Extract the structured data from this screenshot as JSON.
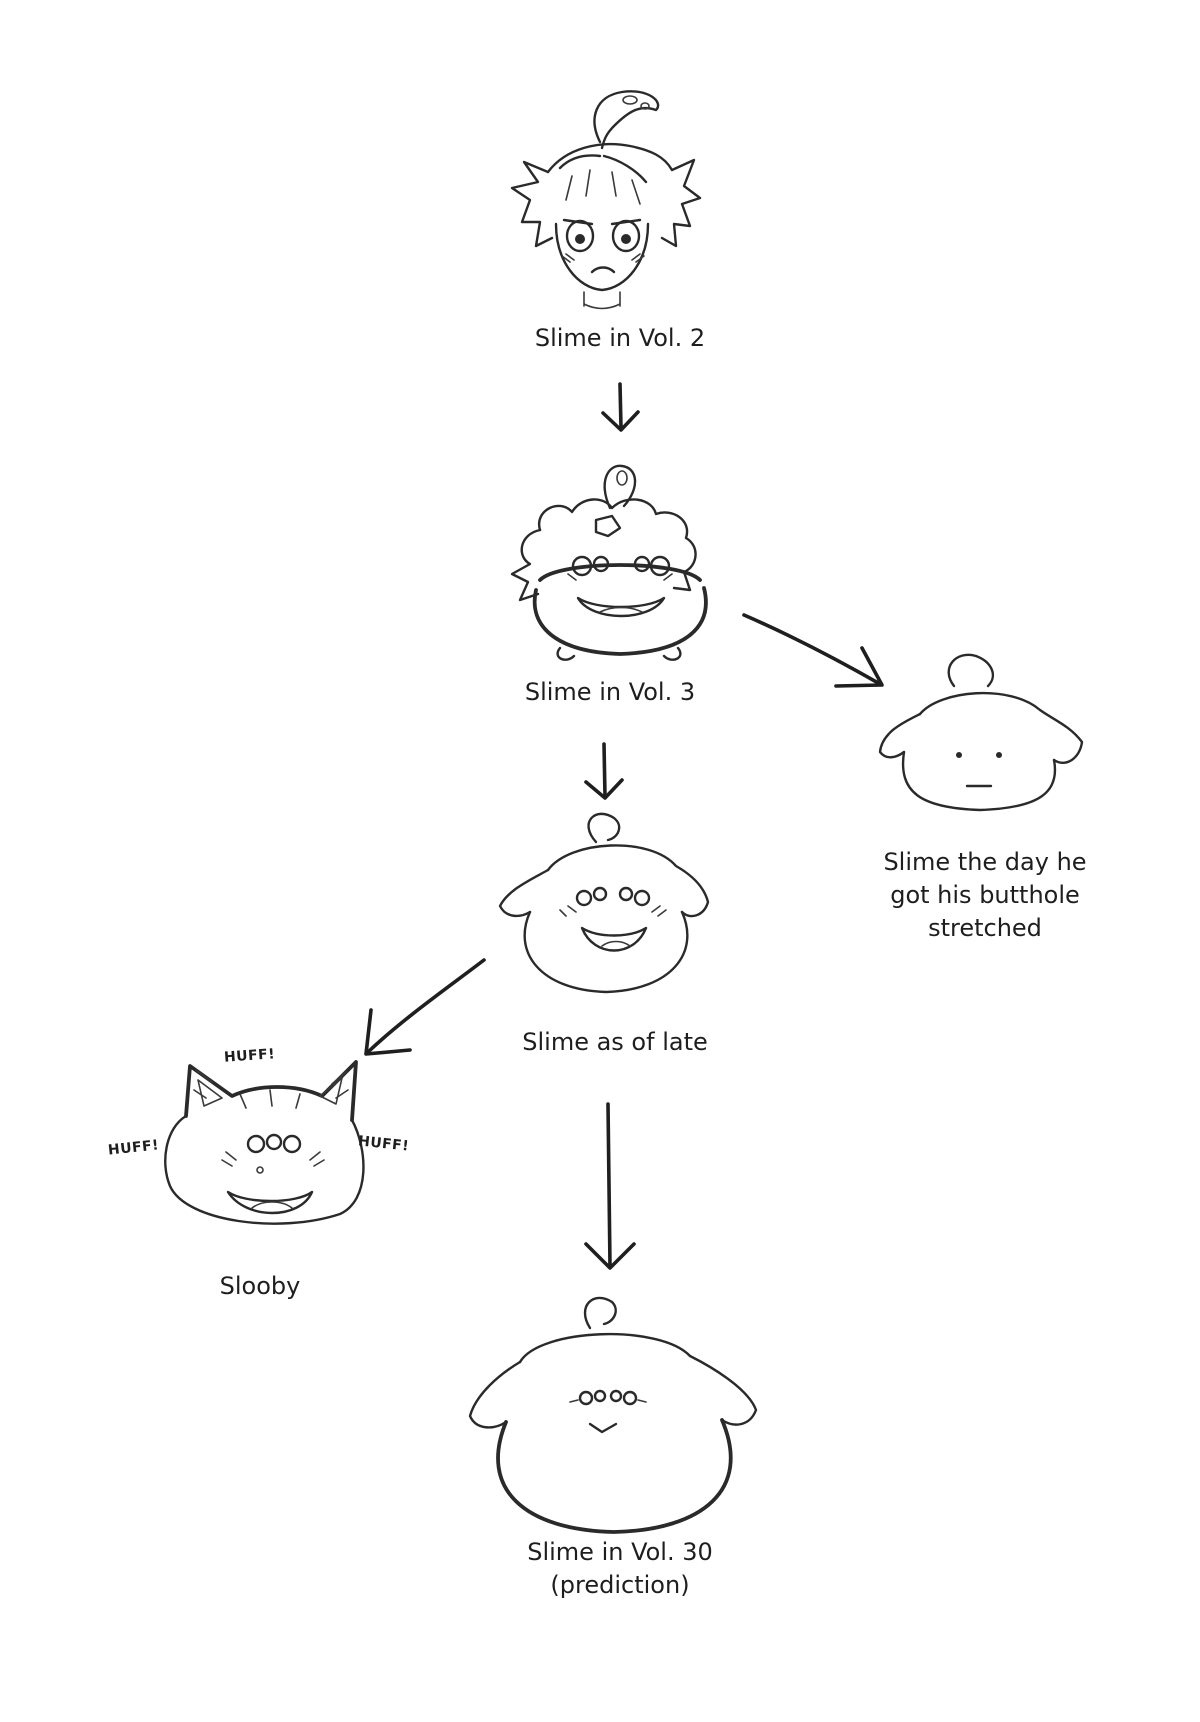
{
  "nodes": {
    "vol2": {
      "label": "Slime in Vol. 2"
    },
    "vol3": {
      "label": "Slime in Vol. 3"
    },
    "stretched": {
      "label": "Slime the day he\ngot his butthole\nstretched"
    },
    "late": {
      "label": "Slime as of late"
    },
    "slooby": {
      "label": "Slooby"
    },
    "vol30": {
      "label": "Slime in Vol. 30\n(prediction)"
    }
  },
  "annotations": {
    "huff_top": "HUFF!",
    "huff_left": "HUFF!",
    "huff_right": "HUFF!"
  },
  "colors": {
    "ink": "#2a2a2a",
    "background": "#ffffff"
  },
  "edges": [
    {
      "from": "vol2",
      "to": "vol3"
    },
    {
      "from": "vol3",
      "to": "stretched"
    },
    {
      "from": "vol3",
      "to": "late"
    },
    {
      "from": "late",
      "to": "slooby"
    },
    {
      "from": "late",
      "to": "vol30"
    }
  ]
}
